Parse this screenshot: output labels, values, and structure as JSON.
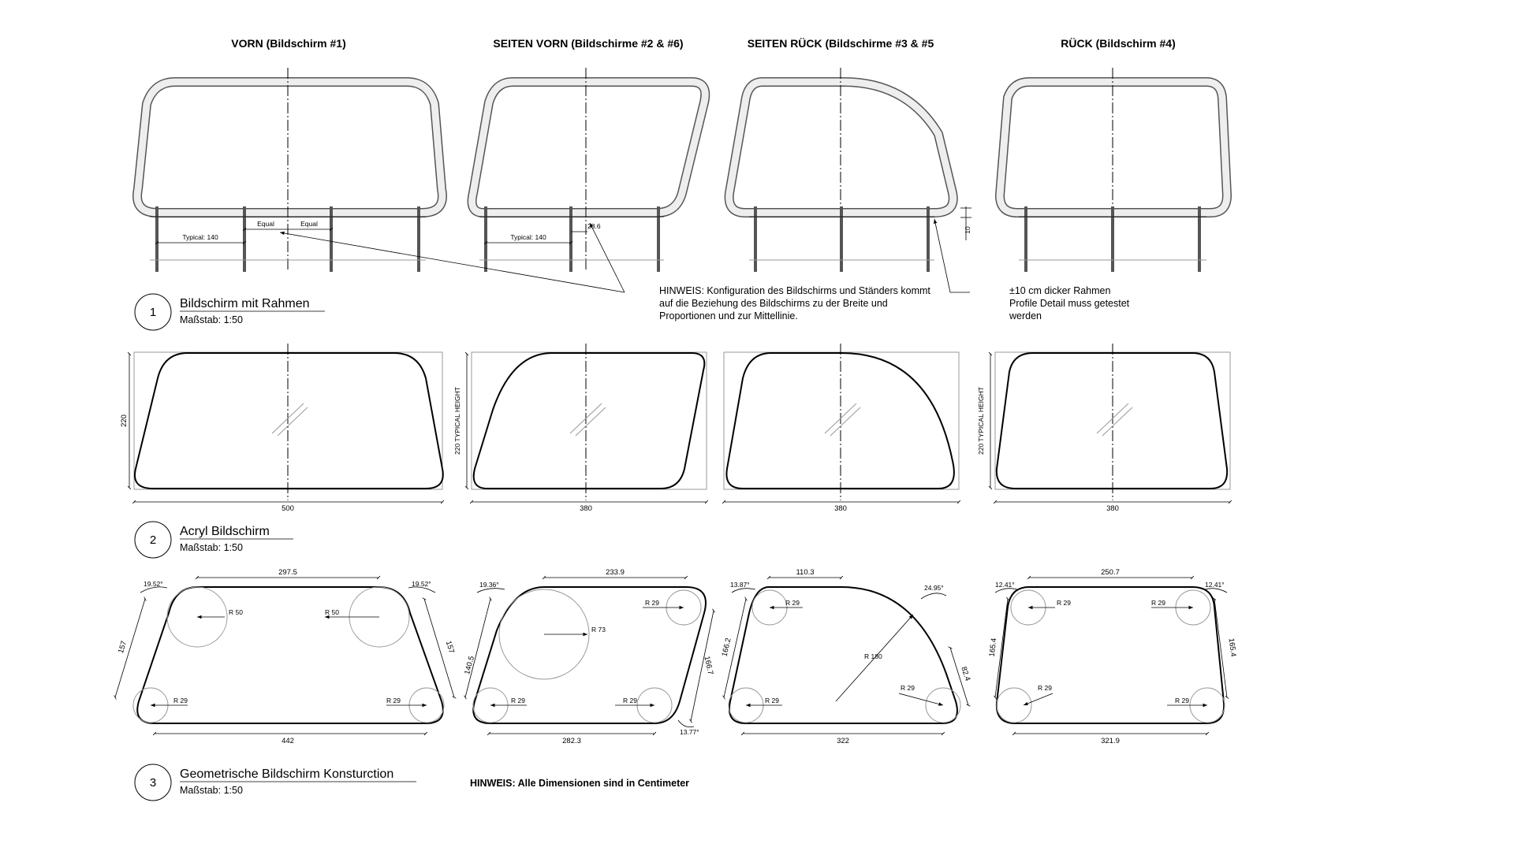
{
  "columns": [
    {
      "title": "VORN (Bildschirm #1)"
    },
    {
      "title": "SEITEN VORN  (Bildschirme #2 & #6)"
    },
    {
      "title": "SEITEN RÜCK  (Bildschirme #3 & #5"
    },
    {
      "title": "RÜCK (Bildschirm #4)"
    }
  ],
  "sections": [
    {
      "number": "1",
      "title": "Bildschirm mit Rahmen",
      "scale": "Maßstab: 1:50"
    },
    {
      "number": "2",
      "title": "Acryl Bildschirm",
      "scale": "Maßstab: 1:50"
    },
    {
      "number": "3",
      "title": "Geometrische Bildschirm Konsturction",
      "scale": "Maßstab: 1:50"
    }
  ],
  "row1": {
    "typical_1": "Typical: 140",
    "equal_1": "Equal",
    "equal_2": "Equal",
    "typical_2": "Typical: 140",
    "gap_dim": "23.6",
    "frame_dim": "10"
  },
  "notes": {
    "config_note": [
      "HINWEIS: Konfiguration des Bildschirms und Ständers kommt",
      "auf die Beziehung des Bildschirms zu der Breite und",
      "Proportionen und zur Mittellinie."
    ],
    "frame_note": [
      "±10 cm dicker Rahmen",
      "Profile Detail muss getestet",
      "werden"
    ],
    "units_note": "HINWEIS: Alle Dimensionen sind in Centimeter"
  },
  "row2": {
    "height_front": "220",
    "height_side_front": "220  TYPICAL HEIGHT",
    "height_back": "220  TYPICAL HEIGHT",
    "width_front": "500",
    "width_side_front": "380",
    "width_side_back": "380",
    "width_back": "380"
  },
  "row3": {
    "front": {
      "top": "297.5",
      "bottom": "442",
      "angle_left": "19.52°",
      "angle_right": "19.52°",
      "side_left": "157",
      "side_right": "157",
      "r_top_left": "R 50",
      "r_top_right": "R 50",
      "r_bottom_left": "R 29",
      "r_bottom_right": "R 29"
    },
    "side_front": {
      "top": "233.9",
      "bottom": "282.3",
      "angle_left": "19.36°",
      "angle_right": "13.77°",
      "side_left": "140.5",
      "side_right": "166.7",
      "r_big": "R 73",
      "r_top_right": "R 29",
      "r_bottom_left": "R 29",
      "r_bottom_right": "R 29"
    },
    "side_back": {
      "top": "110.3",
      "bottom": "322",
      "angle_left": "13.87°",
      "angle_right": "24.95°",
      "side_left": "166.2",
      "side_right": "82.4",
      "r_top_left": "R 29",
      "r_big": "R 180",
      "r_bottom_left": "R 29",
      "r_bottom_right": "R 29"
    },
    "back": {
      "top": "250.7",
      "bottom": "321.9",
      "angle_left": "12.41°",
      "angle_right": "12.41°",
      "side_left": "165.4",
      "side_right": "165.4",
      "r_top_left": "R 29",
      "r_top_right": "R 29",
      "r_bottom_left": "R 29",
      "r_bottom_right": "R 29"
    }
  }
}
